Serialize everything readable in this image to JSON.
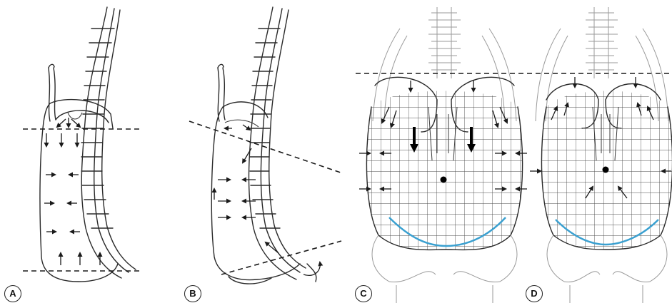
{
  "panels": [
    {
      "id": "A",
      "label": "A"
    },
    {
      "id": "B",
      "label": "B"
    },
    {
      "id": "C",
      "label": "C"
    },
    {
      "id": "D",
      "label": "D"
    }
  ],
  "colors": {
    "line": "#2a2a2a",
    "pelvic_floor_outline": "#3aa0d0",
    "background": "#ffffff"
  },
  "icons": [
    "arrow-icon",
    "dashed-line",
    "spine",
    "rib-cage",
    "pelvis"
  ]
}
